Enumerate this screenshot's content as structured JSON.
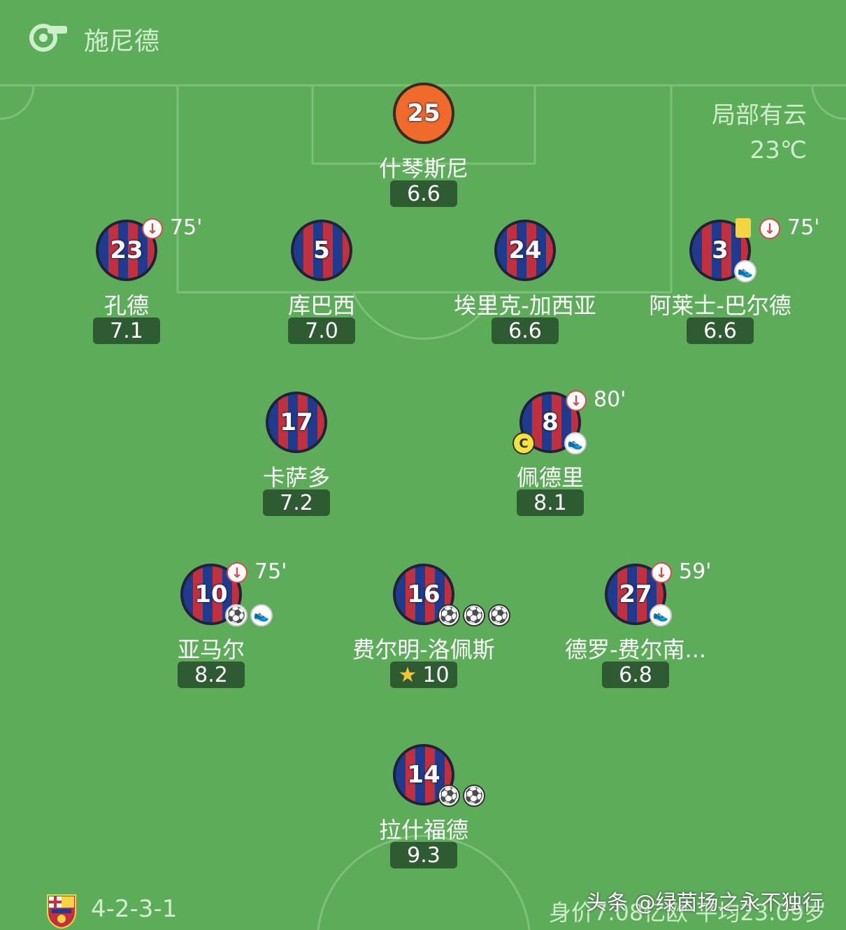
{
  "header": {
    "referee_icon": "whistle-icon",
    "referee": "施尼德"
  },
  "weather": {
    "condition": "局部有云",
    "temperature": "23℃"
  },
  "colors": {
    "pitch": "#5cac5a",
    "rating_bg": "#2f5b33",
    "gk": "#f06a2c",
    "home_blue": "#1d3b8f",
    "home_red": "#c2303e"
  },
  "players": {
    "gk": {
      "number": "25",
      "name": "什琴斯尼",
      "rating": "6.6"
    },
    "p23": {
      "number": "23",
      "name": "孔德",
      "rating": "7.1",
      "sub_minute": "75'"
    },
    "p5": {
      "number": "5",
      "name": "库巴西",
      "rating": "7.0"
    },
    "p24": {
      "number": "24",
      "name": "埃里克-加西亚",
      "rating": "6.6"
    },
    "p3": {
      "number": "3",
      "name": "阿莱士-巴尔德",
      "rating": "6.6",
      "sub_minute": "75'"
    },
    "p17": {
      "number": "17",
      "name": "卡萨多",
      "rating": "7.2"
    },
    "p8": {
      "number": "8",
      "name": "佩德里",
      "rating": "8.1",
      "sub_minute": "80'",
      "captain": "C"
    },
    "p10": {
      "number": "10",
      "name": "亚马尔",
      "rating": "8.2",
      "sub_minute": "75'"
    },
    "p16": {
      "number": "16",
      "name": "费尔明-洛佩斯",
      "rating": "10"
    },
    "p27": {
      "number": "27",
      "name": "德罗-费尔南...",
      "rating": "6.8",
      "sub_minute": "59'"
    },
    "p14": {
      "number": "14",
      "name": "拉什福德",
      "rating": "9.3"
    }
  },
  "footer": {
    "formation": "4-2-3-1",
    "team_value": "身价7.08亿欧 平均23.09岁",
    "watermark": "头条 @绿茵场之永不独行"
  }
}
